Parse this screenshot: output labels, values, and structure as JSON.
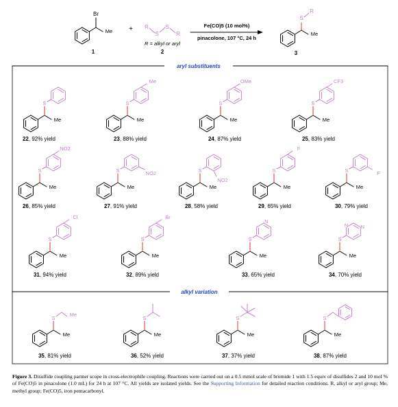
{
  "scheme": {
    "reagent_left": "R",
    "reagent_s1": "S",
    "reagent_s2": "S",
    "reagent_right": "R",
    "r_definition": "R = alkyl or aryl",
    "compound_1": "1",
    "compound_2": "2",
    "compound_3": "3",
    "plus": "+",
    "br": "Br",
    "me": "Me",
    "s_label": "S",
    "r_label": "R",
    "conditions_top": "Fe(CO)5 (10 mol%)",
    "conditions_bottom": "pinacolone, 107 °C, 24 h"
  },
  "sections": {
    "aryl": "aryl substituents",
    "alkyl": "alkyl variation"
  },
  "compounds": [
    {
      "id": "22",
      "yield": ", 92% yield"
    },
    {
      "id": "23",
      "yield": ", 88% yield"
    },
    {
      "id": "24",
      "yield": ", 87% yield"
    },
    {
      "id": "25",
      "yield": ", 83% yield"
    },
    {
      "id": "26",
      "yield": ", 85% yield"
    },
    {
      "id": "27",
      "yield": ", 91% yield"
    },
    {
      "id": "28",
      "yield": ", 58% yield"
    },
    {
      "id": "29",
      "yield": ", 65% yield"
    },
    {
      "id": "30",
      "yield": ", 79% yield"
    },
    {
      "id": "31",
      "yield": ", 94% yield"
    },
    {
      "id": "32",
      "yield": ", 89% yield"
    },
    {
      "id": "33",
      "yield": ", 65% yield"
    },
    {
      "id": "34",
      "yield": ", 70% yield"
    },
    {
      "id": "35",
      "yield": ", 81% yield"
    },
    {
      "id": "36",
      "yield": ", 52% yield"
    },
    {
      "id": "37",
      "yield": ", 37% yield"
    },
    {
      "id": "38",
      "yield": ", 87% yield"
    }
  ],
  "substituent_labels": {
    "me": "Me",
    "ome": "OMe",
    "cf3": "CF3",
    "no2": "NO2",
    "f": "F",
    "cl": "Cl",
    "br": "Br",
    "n": "N",
    "s": "S"
  },
  "caption": {
    "label": "Figure 3.",
    "text1": " Disulfide coupling partner scope in cross-electrophile coupling. Reactions were carried out on a 0.5 mmol scale of bromide 1 with 1.5 equiv of disulfides 2 and 10 mol % of Fe(CO)5 in pinacolone (1.0 mL) for 24 h at 107 °C. All yields are isolated yields. See the ",
    "link": "Supporting Information",
    "text2": " for detailed reaction conditions. R, alkyl or aryl group; Me, methyl group; Fe(CO)5, iron pentacarbonyl."
  },
  "colors": {
    "disulfide_fragment": "#c183c8",
    "new_bond": "#e03030",
    "section_header": "#1f3fc8",
    "link": "#3a5a9a"
  }
}
